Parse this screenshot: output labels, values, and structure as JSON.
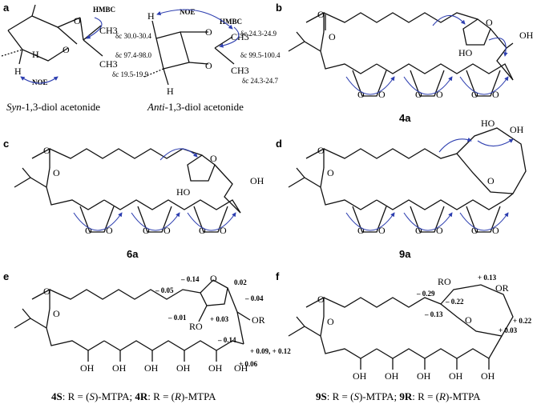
{
  "panel_labels": {
    "a": "a",
    "b": "b",
    "c": "c",
    "d": "d",
    "e": "e",
    "f": "f"
  },
  "panel_a": {
    "syn": {
      "hmbc": "HMBC",
      "noe": "NOE",
      "ch3_top": "CH3",
      "ch3_bottom": "CH3",
      "shift_top": "δc 30.0-30.4",
      "shift_mid": "δc 97.4-98.0",
      "shift_bottom": "δc 19.5-19.9",
      "h_upper": "H",
      "h_lower": "H",
      "o": "O",
      "caption_italic": "Syn",
      "caption_rest": "-1,3-diol acetonide"
    },
    "anti": {
      "noe": "NOE",
      "hmbc": "HMBC",
      "ch3_top": "CH3",
      "ch3_bottom": "CH3",
      "shift_top": "δc 24.3-24.9",
      "shift_mid": "δc 99.5-100.4",
      "shift_bottom": "δc 24.3-24.7",
      "h_upper": "H",
      "h_lower": "H",
      "o": "O",
      "caption_italic": "Anti",
      "caption_rest": "-1,3-diol acetonide"
    }
  },
  "compounds": {
    "b": "4a",
    "c": "6a",
    "d": "9a"
  },
  "atoms": {
    "O": "O",
    "OH": "OH",
    "HO": "HO",
    "RO": "RO",
    "OR": "OR"
  },
  "panel_e": {
    "deltas": [
      "– 0.05",
      "– 0.14",
      "0.02",
      "– 0.01",
      "+ 0.03",
      "– 0.04",
      "– 0.14",
      "+ 0.09, + 0.12",
      "+ 0.06"
    ],
    "caption": {
      "s": "4S",
      "s_rest": ": R = (",
      "s_cfg": "S",
      "s_end": ")-MTPA; ",
      "r": "4R",
      "r_rest": ": R = (",
      "r_cfg": "R",
      "r_end": ")-MTPA"
    }
  },
  "panel_f": {
    "deltas": [
      "– 0.29",
      "– 0.22",
      "+ 0.13",
      "– 0.13",
      "+ 0.22",
      "+ 0.03"
    ],
    "caption": {
      "s": "9S",
      "s_rest": ": R = (",
      "s_cfg": "S",
      "s_end": ")-MTPA; ",
      "r": "9R",
      "r_rest": ": R = (",
      "r_cfg": "R",
      "r_end": ")-MTPA"
    }
  },
  "colors": {
    "arrow": "#2e3fb0",
    "bond": "#111111"
  }
}
